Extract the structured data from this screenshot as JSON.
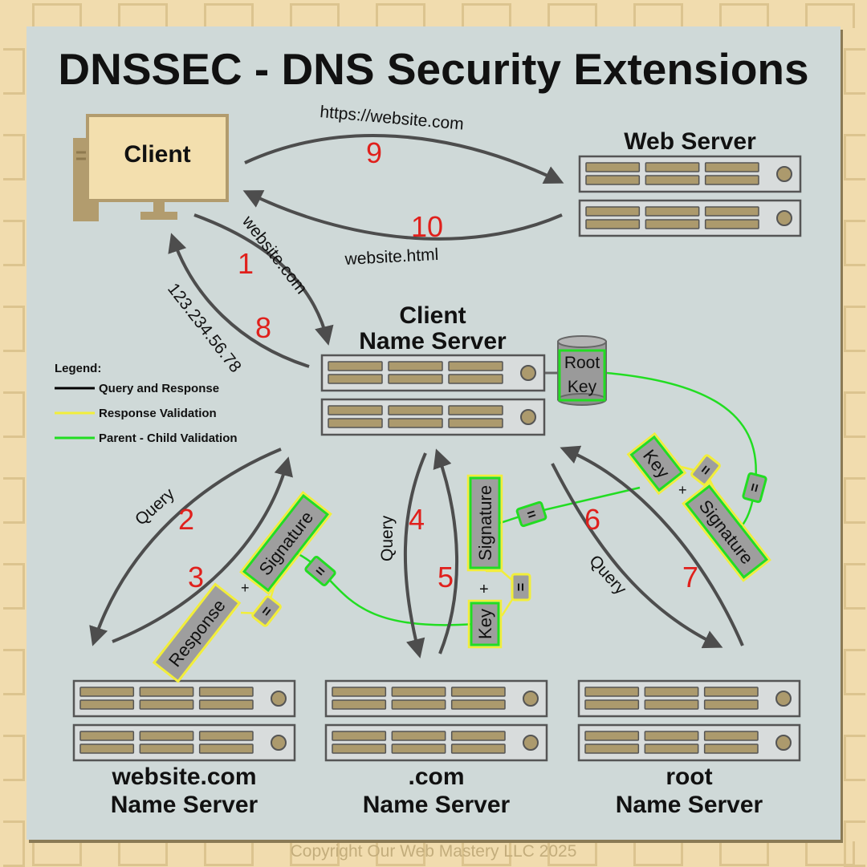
{
  "title": "DNSSEC - DNS Security Extensions",
  "nodes": {
    "client": "Client",
    "web_server": "Web Server",
    "client_ns_line1": "Client",
    "client_ns_line2": "Name Server",
    "website_ns_line1": "website.com",
    "website_ns_line2": "Name Server",
    "com_ns_line1": ".com",
    "com_ns_line2": "Name Server",
    "root_ns_line1": "root",
    "root_ns_line2": "Name Server",
    "root_key_line1": "Root",
    "root_key_line2": "Key"
  },
  "labels": {
    "https_url": "https://website.com",
    "website_html": "website.html",
    "query_name": "website.com",
    "ip_response": "123.234.56.78",
    "query_2": "Query",
    "query_4": "Query",
    "query_6": "Query"
  },
  "steps": [
    "1",
    "2",
    "3",
    "4",
    "5",
    "6",
    "7",
    "8",
    "9",
    "10"
  ],
  "badges": {
    "response": "Response",
    "signature": "Signature",
    "key": "Key",
    "plus": "+",
    "equals": "="
  },
  "legend": {
    "title": "Legend:",
    "items": [
      {
        "label": "Query and Response",
        "color": "#000000"
      },
      {
        "label": "Response Validation",
        "color": "#f2ee3a"
      },
      {
        "label": "Parent - Child Validation",
        "color": "#22dd22"
      }
    ]
  },
  "copyright": "Copyright Our Web Mastery LLC 2025",
  "colors": {
    "background": "#f1dcae",
    "panel": "#cfd9d8",
    "arrow": "#4d4d4d",
    "step_number": "#e0201c",
    "badge_fill": "#9e9e9e",
    "green": "#22dd22",
    "yellow": "#f2ee3a",
    "server_slot": "#ac9a6d"
  },
  "icons": [
    "computer-icon",
    "server-rack-icon",
    "database-cylinder-icon"
  ]
}
